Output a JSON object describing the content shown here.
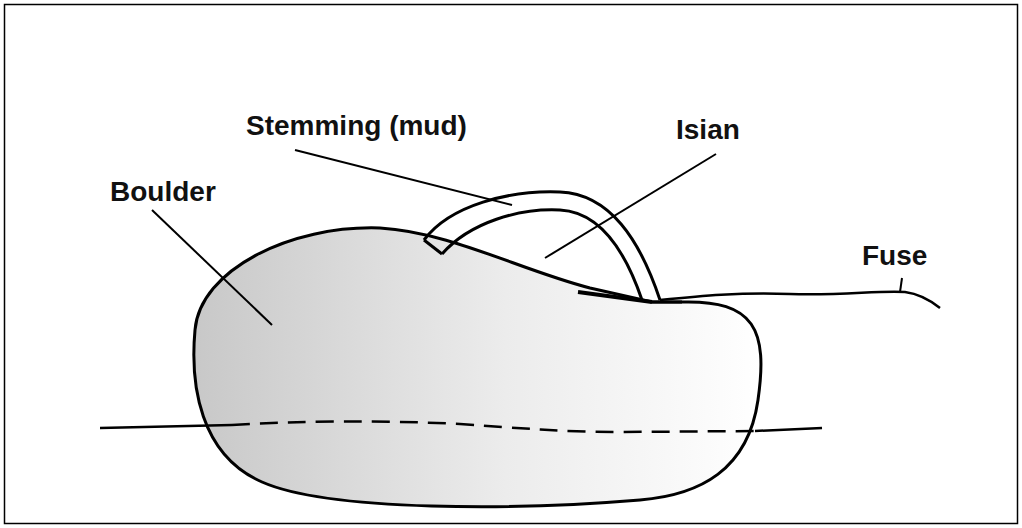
{
  "diagram": {
    "labels": [
      "Boulder",
      "Stemming (mud)",
      "Isian",
      "Fuse"
    ]
  }
}
